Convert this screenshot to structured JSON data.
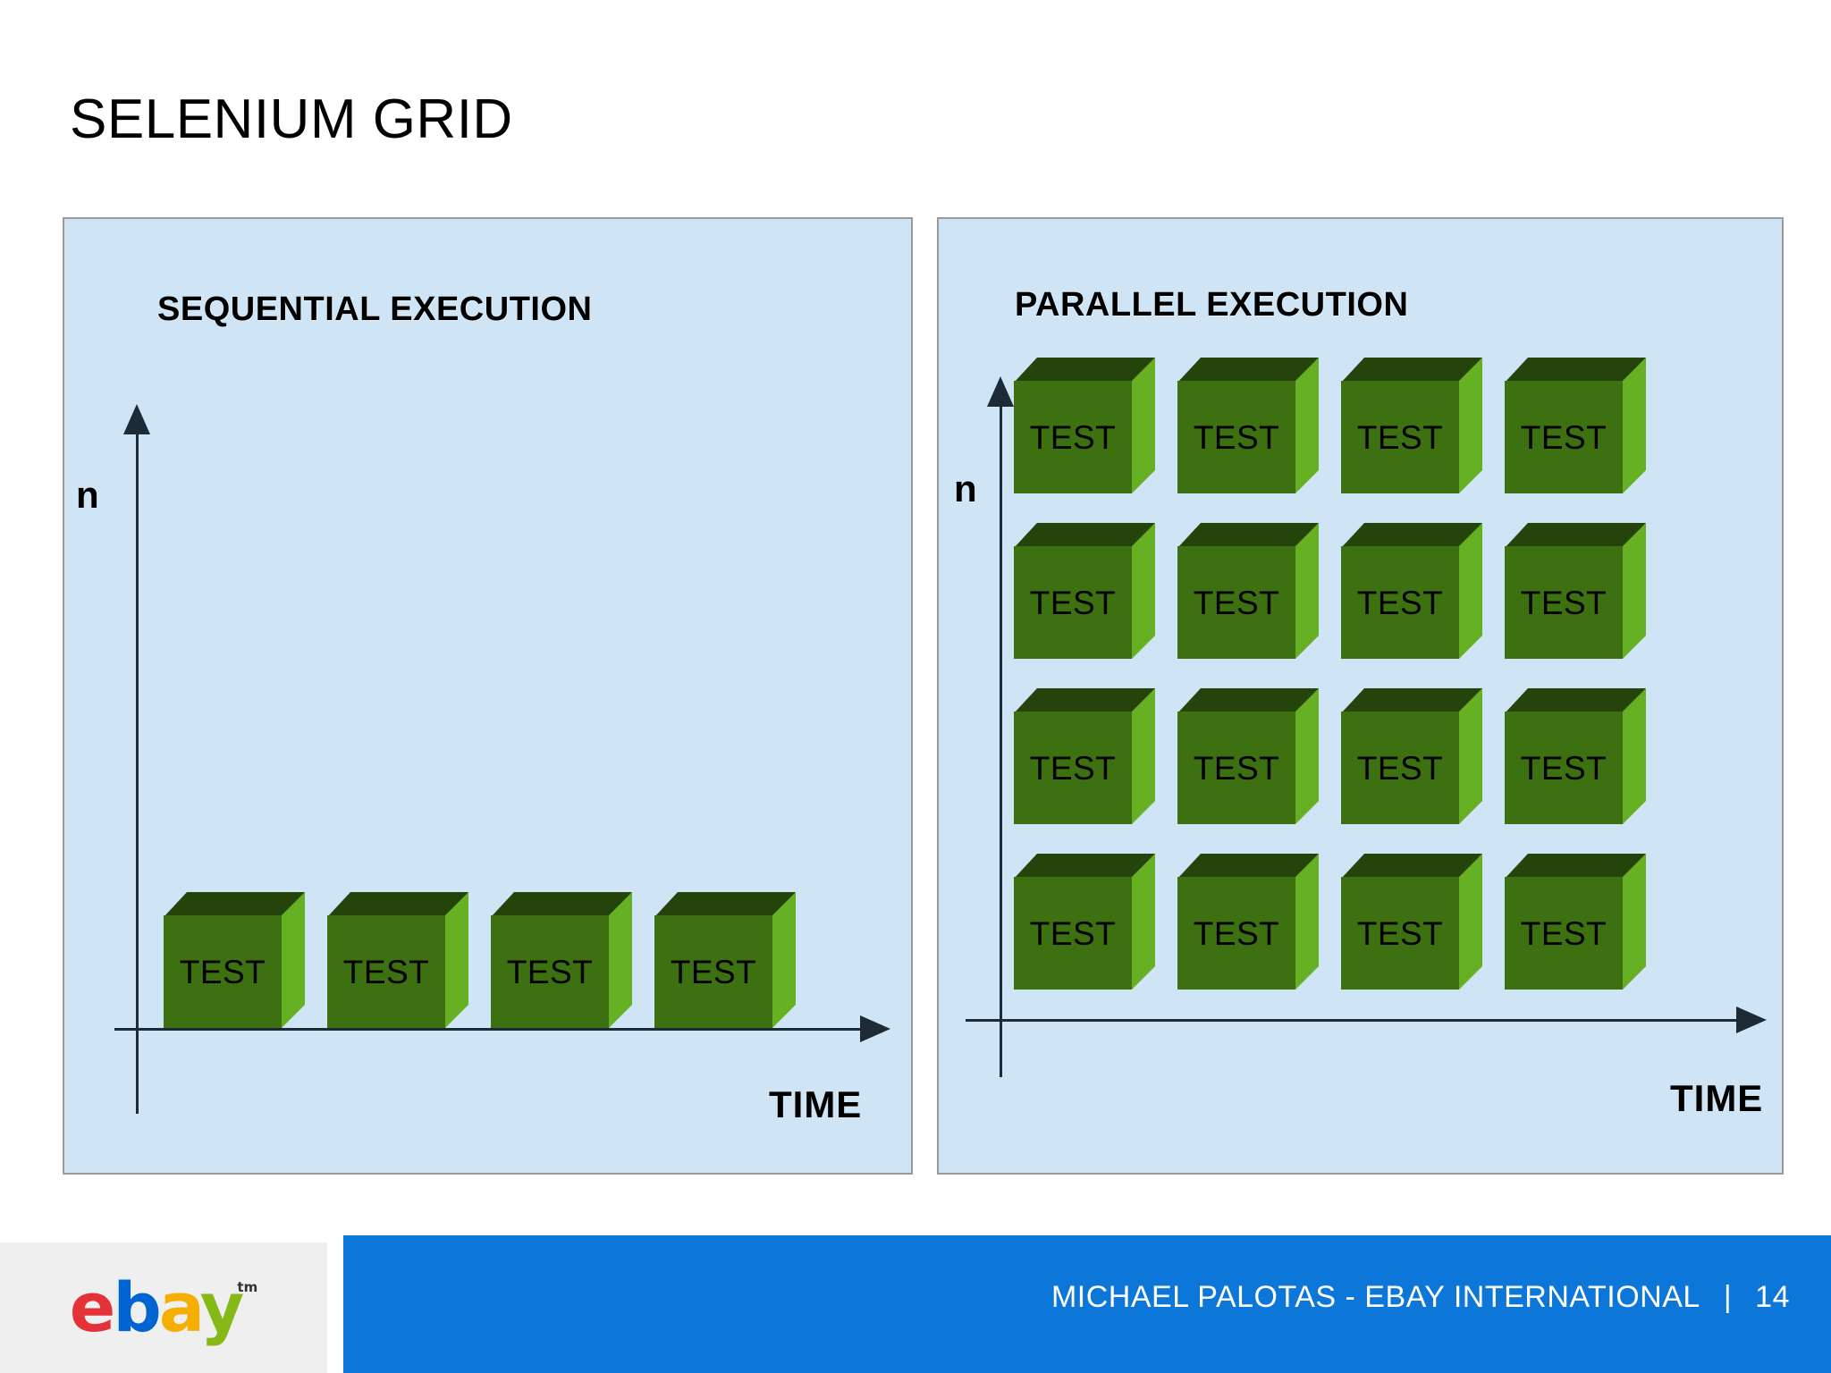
{
  "slide": {
    "title": "SELENIUM GRID",
    "page_number": "14"
  },
  "theme": {
    "panel_background": "#cfe4f4",
    "panel_border": "#9a9a9a",
    "cube_front": "#3d7011",
    "cube_top": "#25440c",
    "cube_side": "#66b023",
    "axis_color": "#1c2b36",
    "footer_blue": "#0c77d8",
    "footer_logo_background": "#efefef",
    "text_color": "#000000",
    "footer_text_color": "#ffffff"
  },
  "panels": [
    {
      "id": "sequential",
      "heading": "SEQUENTIAL EXECUTION",
      "y_axis_label": "n",
      "x_axis_label": "TIME",
      "cube_label": "TEST",
      "rows": 1,
      "columns": 4,
      "cubes": [
        {
          "label": "TEST",
          "row": 1,
          "col": 1
        },
        {
          "label": "TEST",
          "row": 1,
          "col": 2
        },
        {
          "label": "TEST",
          "row": 1,
          "col": 3
        },
        {
          "label": "TEST",
          "row": 1,
          "col": 4
        }
      ]
    },
    {
      "id": "parallel",
      "heading": "PARALLEL EXECUTION",
      "y_axis_label": "n",
      "x_axis_label": "TIME",
      "cube_label": "TEST",
      "rows": 4,
      "columns": 4,
      "cubes": [
        {
          "label": "TEST",
          "row": 1,
          "col": 1
        },
        {
          "label": "TEST",
          "row": 1,
          "col": 2
        },
        {
          "label": "TEST",
          "row": 1,
          "col": 3
        },
        {
          "label": "TEST",
          "row": 1,
          "col": 4
        },
        {
          "label": "TEST",
          "row": 2,
          "col": 1
        },
        {
          "label": "TEST",
          "row": 2,
          "col": 2
        },
        {
          "label": "TEST",
          "row": 2,
          "col": 3
        },
        {
          "label": "TEST",
          "row": 2,
          "col": 4
        },
        {
          "label": "TEST",
          "row": 3,
          "col": 1
        },
        {
          "label": "TEST",
          "row": 3,
          "col": 2
        },
        {
          "label": "TEST",
          "row": 3,
          "col": 3
        },
        {
          "label": "TEST",
          "row": 3,
          "col": 4
        },
        {
          "label": "TEST",
          "row": 4,
          "col": 1
        },
        {
          "label": "TEST",
          "row": 4,
          "col": 2
        },
        {
          "label": "TEST",
          "row": 4,
          "col": 3
        },
        {
          "label": "TEST",
          "row": 4,
          "col": 4
        }
      ]
    }
  ],
  "footer": {
    "logo_letters": {
      "e": "e",
      "b": "b",
      "a": "a",
      "y": "y",
      "tm": "tm"
    },
    "credit": "MICHAEL PALOTAS - EBAY INTERNATIONAL",
    "separator": "|",
    "page_number": "14"
  }
}
